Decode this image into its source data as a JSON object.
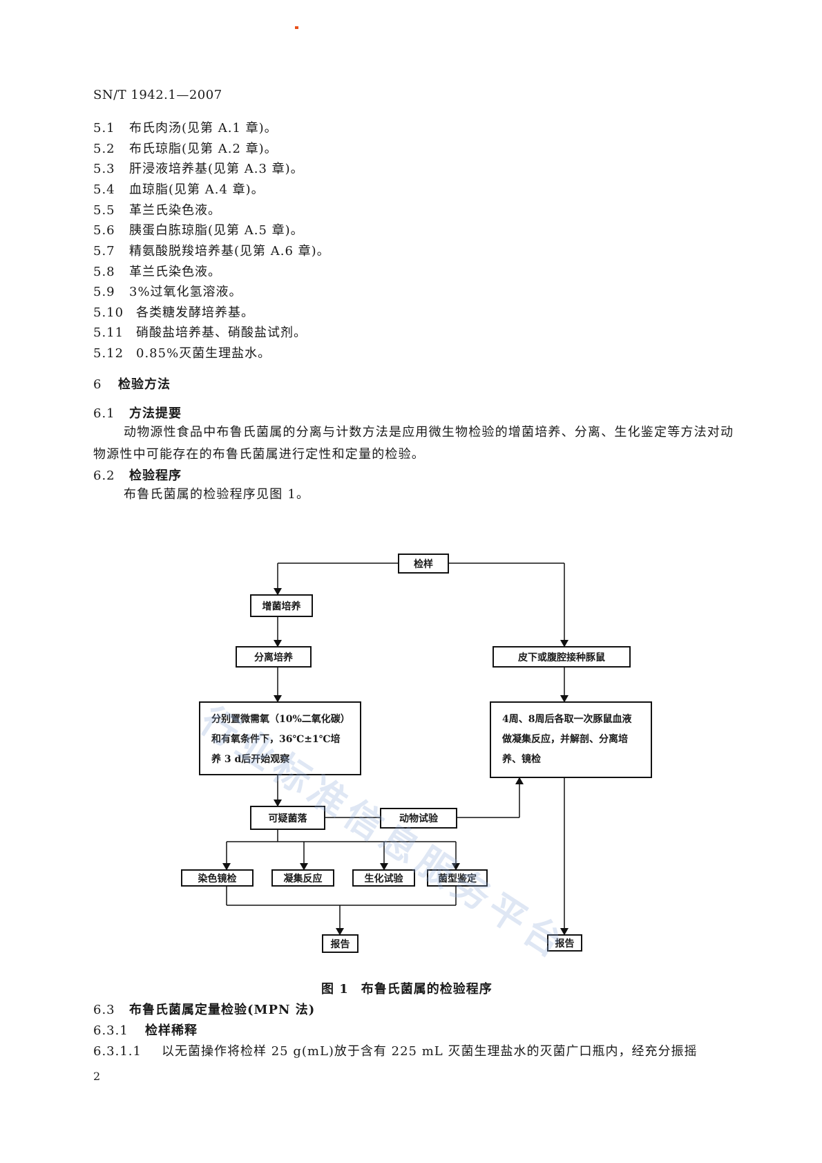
{
  "header": {
    "standard_code": "SN/T 1942.1—2007"
  },
  "reagents": [
    {
      "num": "5.1",
      "text": "布氏肉汤(见第 A.1 章)。"
    },
    {
      "num": "5.2",
      "text": "布氏琼脂(见第 A.2 章)。"
    },
    {
      "num": "5.3",
      "text": "肝浸液培养基(见第 A.3 章)。"
    },
    {
      "num": "5.4",
      "text": "血琼脂(见第 A.4 章)。"
    },
    {
      "num": "5.5",
      "text": "革兰氏染色液。"
    },
    {
      "num": "5.6",
      "text": "胰蛋白胨琼脂(见第 A.5 章)。"
    },
    {
      "num": "5.7",
      "text": "精氨酸脱羧培养基(见第 A.6 章)。"
    },
    {
      "num": "5.8",
      "text": "革兰氏染色液。"
    },
    {
      "num": "5.9",
      "text": "3%过氧化氢溶液。"
    },
    {
      "num": "5.10",
      "text": "各类糖发酵培养基。"
    },
    {
      "num": "5.11",
      "text": "硝酸盐培养基、硝酸盐试剂。"
    },
    {
      "num": "5.12",
      "text": "0.85%灭菌生理盐水。"
    }
  ],
  "section6": {
    "num": "6",
    "title": "检验方法"
  },
  "section6_1": {
    "num": "6.1",
    "title": "方法提要",
    "body": "动物源性食品中布鲁氏菌属的分离与计数方法是应用微生物检验的增菌培养、分离、生化鉴定等方法对动物源性中可能存在的布鲁氏菌属进行定性和定量的检验。"
  },
  "section6_2": {
    "num": "6.2",
    "title": "检验程序",
    "body": "布鲁氏菌属的检验程序见图 1。"
  },
  "flowchart": {
    "sample": "检样",
    "enrich": "增菌培养",
    "isolate": "分离培养",
    "incubate": "分别置微需氧（10%二氧化碳）和有氧条件下，36℃±1℃培养 3 d后开始观察",
    "suspect": "可疑菌落",
    "animal_test": "动物试验",
    "inoculate": "皮下或腹腔接种豚鼠",
    "blood": "4周、8周后各取一次豚鼠血液做凝集反应，并解剖、分离培养、镜检",
    "stain": "染色镜检",
    "agglutination": "凝集反应",
    "biochem": "生化试验",
    "serotype": "菌型鉴定",
    "report_left": "报告",
    "report_right": "报告"
  },
  "figure": {
    "num": "图 1",
    "caption": "布鲁氏菌属的检验程序"
  },
  "section6_3": {
    "num": "6.3",
    "title": "布鲁氏菌属定量检验(MPN 法)"
  },
  "section6_3_1": {
    "num": "6.3.1",
    "title": "检样稀释"
  },
  "section6_3_1_1": {
    "num": "6.3.1.1",
    "text": "以无菌操作将检样 25 g(mL)放于含有 225 mL 灭菌生理盐水的灭菌广口瓶内，经充分振摇"
  },
  "page_number": "2",
  "watermark": "行业标准信息服务平台"
}
